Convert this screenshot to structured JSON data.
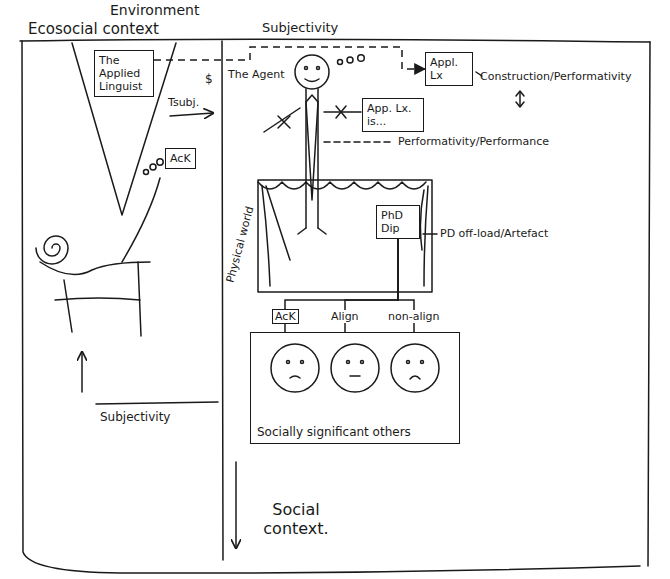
{
  "diagram": {
    "nodes": [
      {
        "text": [
          "Ecosocial context"
        ]
      },
      {
        "text": [
          "The Applied Linguist"
        ],
        "in": 0
      },
      {
        "text": [
          "AcK"
        ],
        "in": 0
      },
      {
        "text": [
          "Appl. Lx"
        ],
        "in": 0
      },
      {
        "text": [
          "App. Lx. is..."
        ],
        "in": 0
      },
      {
        "text": [
          "PhD Dip"
        ],
        "in": 0
      },
      {
        "text": [
          "Socially significant others"
        ],
        "in": 0
      }
    ],
    "edges": [
      {
        "from": 1,
        "to": 3,
        "arrow": "to"
      },
      {
        "from": 5,
        "to": 6,
        "label": "AcK",
        "arrow": "none"
      },
      {
        "from": 5,
        "to": 6,
        "label": "Align",
        "arrow": "none"
      },
      {
        "from": 5,
        "to": 6,
        "label": "non-align",
        "arrow": "none"
      }
    ],
    "labels": [
      "Environment",
      "Subjectivity",
      "Tsubj.",
      "$",
      "The Agent",
      "Construction/Performativity",
      "Performativity/Performance",
      "PD off-load/Artefact",
      "Physical world",
      "Subjectivity",
      "Social context."
    ]
  }
}
